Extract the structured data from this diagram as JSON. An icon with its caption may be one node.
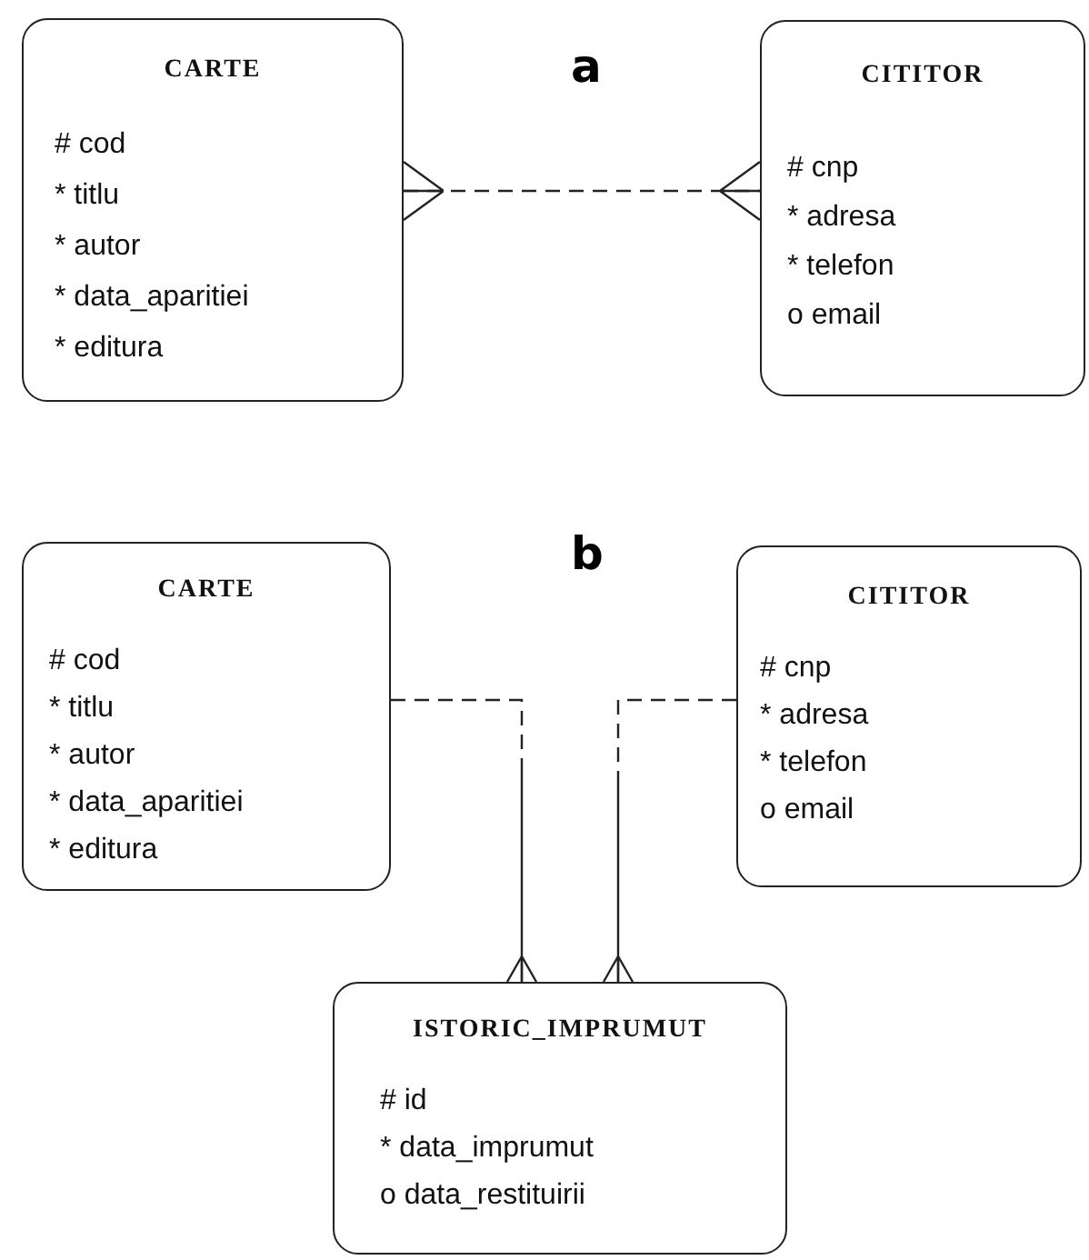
{
  "diagram": {
    "nodes": [
      {
        "text": [
          "CARTE",
          "# cod",
          "* titlu",
          "* autor",
          "* data_aparitiei",
          "* editura"
        ]
      },
      {
        "text": [
          "CITITOR",
          "# cnp",
          "* adresa",
          "* telefon",
          "o email"
        ]
      },
      {
        "text": [
          "CARTE",
          "# cod",
          "* titlu",
          "* autor",
          "* data_aparitiei",
          "* editura"
        ]
      },
      {
        "text": [
          "CITITOR",
          "# cnp",
          "* adresa",
          "* telefon",
          "o email"
        ]
      },
      {
        "text": [
          "ISTORIC_IMPRUMUT",
          "# id",
          "* data_imprumut",
          "o data_restituirii"
        ]
      }
    ],
    "edges": [
      {
        "from": 0,
        "to": 1,
        "arrow": "other",
        "style": "dashed"
      },
      {
        "from": 2,
        "to": 4,
        "arrow": "other",
        "style": "dashed"
      },
      {
        "from": 3,
        "to": 4,
        "arrow": "other",
        "style": "dashed"
      }
    ],
    "labels": [
      "a",
      "b"
    ]
  }
}
